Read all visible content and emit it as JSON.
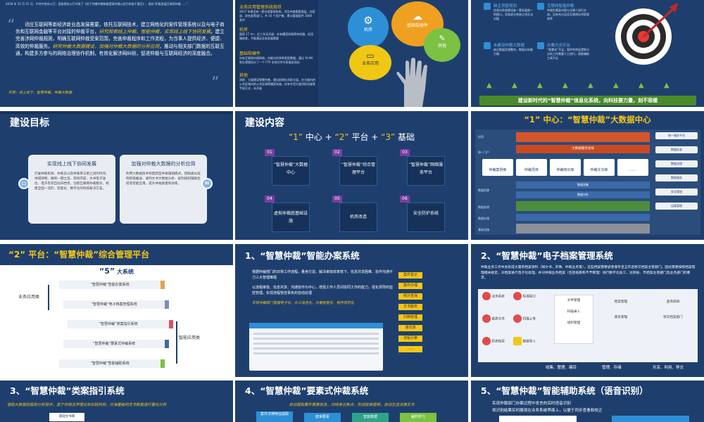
{
  "s1": {
    "top_line": "2018 年 12 月 31 日，中共中央办公厅、国务院办公厅印发了《关于完善仲裁制度提高仲裁公信力的若干意见》，指出“积极发展互联网仲裁……”",
    "quote_a": "适应互联网等新经济新业态发展需要，依托互联网技术，建立网络化的案件管理系统以及与电子商务和互联网金融等平台对接的仲裁平台，",
    "quote_b": "研究探索线上仲裁、智能仲裁，实现线上线下协同发展",
    "quote_c": "。建立完善涉网仲裁规则，明确互联网仲裁受案范围，完善仲裁程序和工作流程，为当事人提供经济、便捷、高效的仲裁服务。",
    "quote_d": "研究仲裁大数据建设，加强对仲裁大数据的分析应用",
    "quote_e": "，推动与相关部门数据的互联互通，构建多方参与的网络治理协作机制，有效化解涉网纠纷，促进仲裁与互联网经济的深度融合。",
    "footer": "实现：线上线下，智慧仲裁，仲裁大数据"
  },
  "s2": {
    "h1": "业务应用管理系统现状",
    "p1": "2017 年建设有一套办案管理系统，涉及仲裁委管理层、办案部、综合部等部门，共 16 个用户数，累计管理案件 3000 多件",
    "h2": "机房",
    "p2": "面积 17 m²，近三年无升级，存有播案机和简单机器，但设施较差，不能满足业务发展需要",
    "h3": "基础软硬件",
    "p3": "仅有互联网内网网络，仅能访问多种类型数据，通过 VLAN 划分逻辑设计了一个 FTP 本地文件共享服务网站",
    "h4": "其他",
    "p4": "消防：大楼建设等需完善，建设前期在消防方面，在大楼内的公共区域内的公共区域等播案系统，仅有专用大楼消防设施等手册正式，未开展",
    "bubble_jf": "机房",
    "bubble_jc": "基础软硬件",
    "bubble_yw": "业务应用",
    "bubble_qt": "其他"
  },
  "s3": {
    "a_title": "缺乏顶层规划",
    "a_text": "信息化系统建设缺一套标准统一的接口，导致部分系统之间无法对接",
    "b_title": "互联网智能仲裁",
    "b_text": "仲裁仍需面对面与当事人进行交流，没有充分运用互联网技术提高效率",
    "c_title": "未建设仲裁大数据",
    "c_text": "缺乏数据资源整合，数据分析能力弱",
    "d_title": "办案方式不足",
    "d_text": "“智慧化”不足，案件的特征提取与分析工作需要人工进行，智能辅助工具不足",
    "banner": "建设新时代的“智慧仲裁”信息化系统，向科技要力量，刻不容缓"
  },
  "s4": {
    "title": "建设目标",
    "c1_title": "实现线上线下协同发展",
    "c1_text": "打破仲裁机构、仲裁员以及仲裁参与者之间的时间、地域限制，做到一键立案、现场开庭、文书电子送达、电子卷宗自动归档等，创新互联网仲裁服务，构建全国一流的、智能化、数字化的科技解决方案。",
    "c2_title": "加强对仲裁大数据的分析应用",
    "c2_text": "利用大数据技术构建新型仲裁辅助模式，借助类似案例智能推送、裁判文书大数据分析、裁判规则辅助生成等智能应用，提升仲裁质量和效率。"
  },
  "s5": {
    "title": "建设内容",
    "subtitle_a": "“1”",
    "subtitle_b": " 中心 + ",
    "subtitle_c": "“2”",
    "subtitle_d": " 平台 + ",
    "subtitle_e": "“3”",
    "subtitle_f": " 基础",
    "items": [
      {
        "num": "01",
        "label": "“智慧仲裁”大数据中心"
      },
      {
        "num": "02",
        "label": "“智慧仲裁”综合管理平台"
      },
      {
        "num": "03",
        "label": "“智慧仲裁”网络服务平台"
      },
      {
        "num": "04",
        "label": "虚拟仲裁庭基础设施"
      },
      {
        "num": "05",
        "label": "机房改造"
      },
      {
        "num": "06",
        "label": "安全防护系统"
      }
    ]
  },
  "s6": {
    "title": "“1” 中心：“智慧仲裁”大数据中心",
    "libs": [
      "仲裁案例库",
      "仲裁员库",
      "仲裁知识库",
      "仲裁文书库",
      "……"
    ],
    "left": [
      "应用",
      "统一门户",
      "数据资源",
      "数据处理",
      "数据存储",
      "基础设施"
    ],
    "right": [
      "统一服务平台",
      "数据标准",
      "数据治理",
      "数据服务",
      "安全管理",
      "运维管理"
    ],
    "mid1": "大数据服务总线",
    "mid2": "数据采集",
    "mid3": "数据分析"
  },
  "s7": {
    "title_a": "“2”",
    "title_b": " 平台：“智慧仲裁”综合管理平台",
    "sub_a": "“5”",
    "sub_b": " 大系统",
    "left_label": "业务应用类",
    "right_label": "智能应用类",
    "rows": [
      "“智慧仲裁”智能办案系统",
      "“智慧仲裁”电子档案管理系统",
      "“智慧仲裁”类案指引系统",
      "“智慧仲裁”要素式仲裁系统",
      "“智慧仲裁”智能辅助系统"
    ]
  },
  "s8": {
    "title": "1、“智慧仲裁”智能办案系统",
    "b1": "根据仲裁部门的日常工作流程，量身打造，解决审批效率低下、信息共享困难、协作沟通不力三大管理难题",
    "b2": "以流程审批、信息共享、沟通协作为中心，增强工作人员间协同工作的能力，强化领导的监控管理，实现流程管控事务的自动处理",
    "b3": "实现仲裁部门管理电子化、办公信息化、办案智能化、程序规范化",
    "menu": [
      "案件登记",
      "案件办理",
      "统计查询",
      "文书服务",
      "归档管理",
      "通讯录",
      "流程引擎",
      "……"
    ]
  },
  "s9": {
    "title": "2、“智慧仲裁”电子档案管理系统",
    "desc": "仲裁业务工作中会形成大量的档案资料（如文书、声像、仲裁业务等），这些档案需要妥善保存且五年后移交档案主管部门。因此需要按照档案管理相关规定，对档案进行电子化处理，并对仲裁业务档案（包括纸质和不予受理）进行数字化加工，达到省、市档案主管部门及业务部门的要求。",
    "items": [
      "业务系统",
      "标准接口",
      "纸质文件",
      "扫描上传",
      "历史档案",
      "数据导入",
      "文件管理",
      "扫描录入",
      "组织管理",
      "档案管理",
      "库房管理",
      "查询调阅",
      "移交档案部门"
    ],
    "cap1": "收集、整理、编目",
    "cap2": "管理、存储",
    "cap3": "共享、利用、移交"
  },
  "s10": {
    "title": "3、“智慧仲裁”类案指引系统",
    "sub": "借助大数据挖掘和分析技术，基于传统法学理论和实践判例，对海量裁判文书数据进行量化分析",
    "badge": "基础文书库"
  },
  "s11": {
    "title": "4、“智慧仲裁”要素式仲裁系统",
    "sub": "自动提取案件要素信息，归纳争议焦点，形成庭审提纲，自动生成法律文书",
    "boxes": [
      "案件法律特征提取",
      "庭审要素",
      "智能数据",
      "裁判学习"
    ]
  },
  "s12": {
    "title": "5、“智慧仲裁”智能辅助系统（语音识别）",
    "b1": "实现仲裁部门办案过程中发言的实时语音识别",
    "b2": "将识别结果实时展现在业务系统界面上，以便于同步查看和校正"
  },
  "colors": {
    "bg": "#1e3f6e",
    "accent": "#f5c518",
    "purple": "#7a3ea0"
  }
}
